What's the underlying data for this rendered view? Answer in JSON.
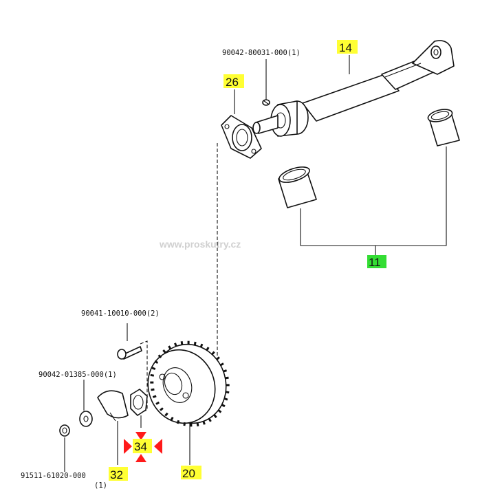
{
  "watermark": "www.proskutry.cz",
  "part_numbers": {
    "shaft_pin": "90042-80031-000(1)",
    "bolt": "90041-10010-000(2)",
    "lock_washer": "90042-01385-000(1)",
    "nut": "91511-61020-000",
    "nut_qty": "(1)"
  },
  "callouts": {
    "c14": "14",
    "c26": "26",
    "c11": "11",
    "c20": "20",
    "c32": "32",
    "c34": "34"
  },
  "colors": {
    "highlight_yellow": "#ffff33",
    "highlight_green": "#33dd33",
    "marker_red": "#ff1a1a"
  }
}
